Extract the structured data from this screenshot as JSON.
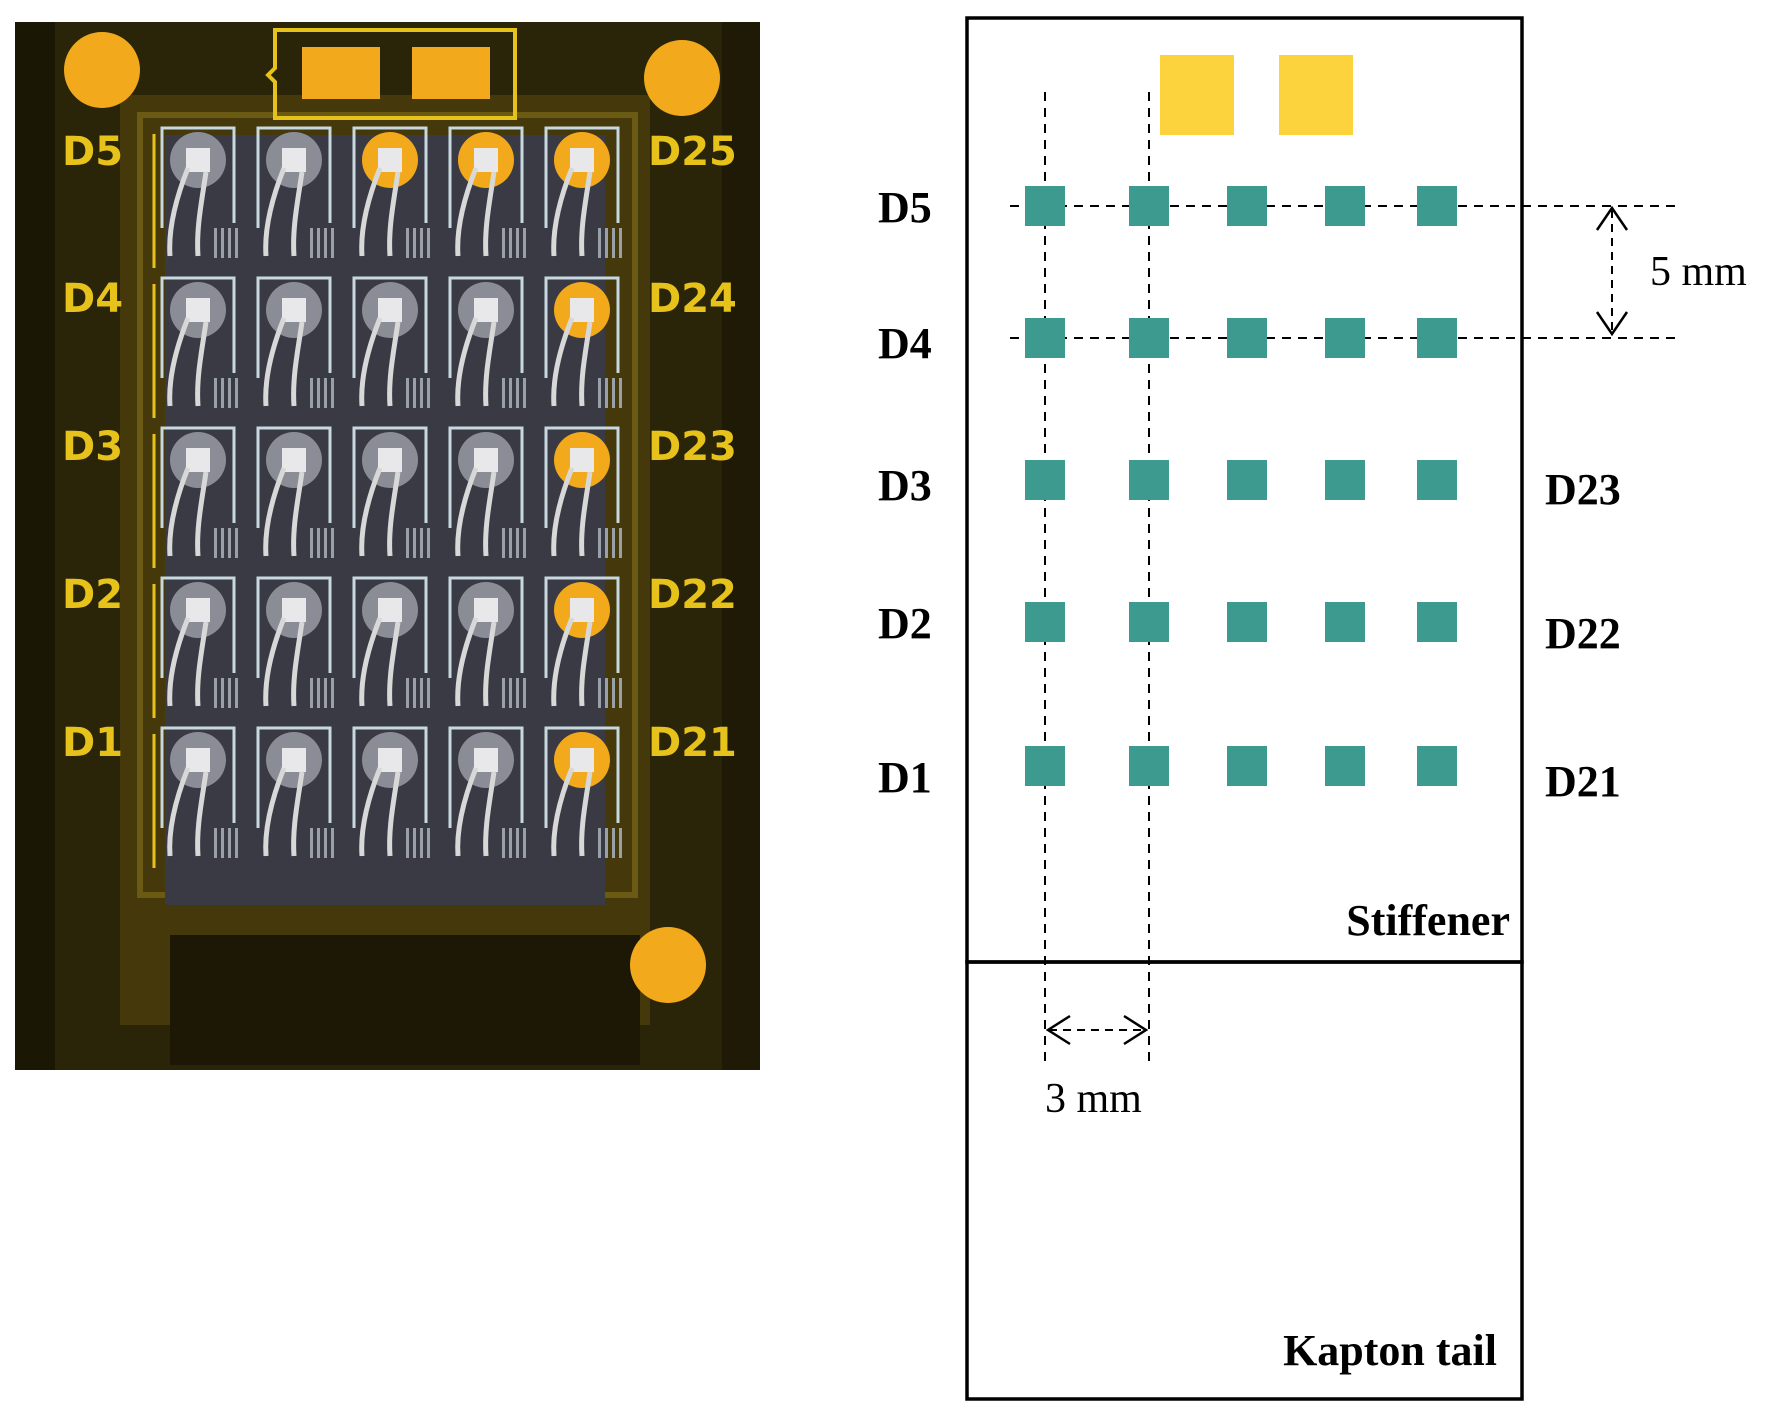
{
  "photo": {
    "left_labels": [
      "D5",
      "D4",
      "D3",
      "D2",
      "D1"
    ],
    "right_labels": [
      "D25",
      "D24",
      "D23",
      "D22",
      "D21"
    ],
    "colors": {
      "board": "#2a2508",
      "kapton": "#4a3d0c",
      "trace": "#e6c21a",
      "pad": "#f2a91c",
      "wire": "#d8d8d8",
      "substrate": "#3a3a45"
    }
  },
  "diagram": {
    "left_labels": [
      "D5",
      "D4",
      "D3",
      "D2",
      "D1"
    ],
    "right_labels": [
      "D23",
      "D22",
      "D21"
    ],
    "vertical_spacing_label": "5 mm",
    "horizontal_spacing_label": "3 mm",
    "stiffener_label": "Stiffener",
    "tail_label": "Kapton tail",
    "colors": {
      "detector": "#3d9a8e",
      "contact": "#fcd23d",
      "outline": "#000000"
    }
  }
}
